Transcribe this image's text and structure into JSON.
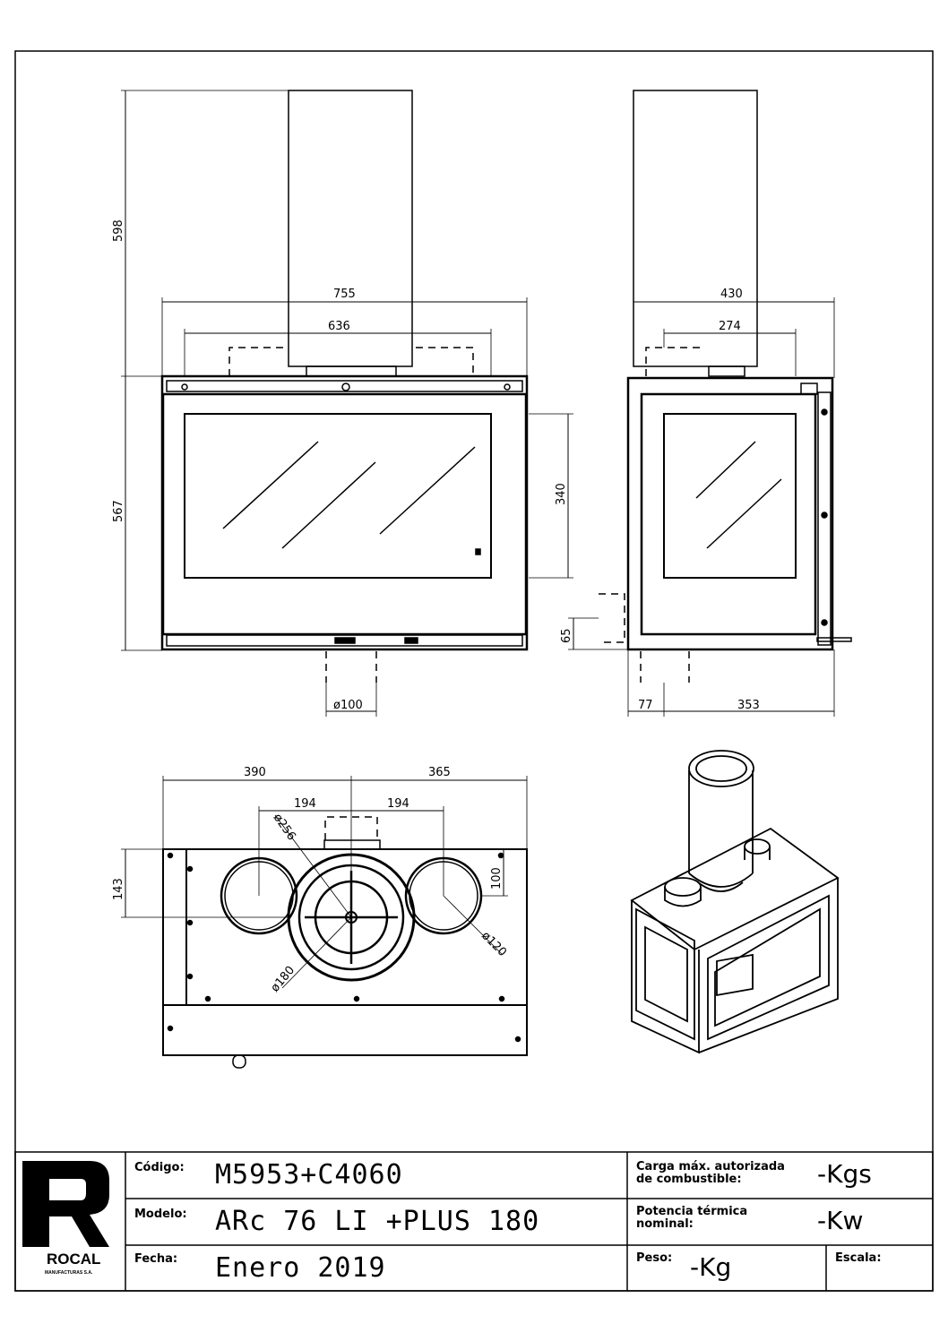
{
  "front_view": {
    "dims": {
      "total_height_top": "598",
      "body_height": "567",
      "width_outer": "755",
      "width_inner": "636",
      "glass_height": "340",
      "flue_diameter": "ø100"
    }
  },
  "side_view": {
    "dims": {
      "depth_outer": "430",
      "depth_inner": "274",
      "bottom_height": "65",
      "offset_left": "77",
      "offset_right": "353"
    }
  },
  "top_view": {
    "dims": {
      "left": "390",
      "right": "365",
      "left_half": "194",
      "right_half": "194",
      "offset": "143",
      "inner": "100",
      "d256": "ø256",
      "d180": "ø180",
      "d120": "ø120"
    }
  },
  "title_block": {
    "brand": "ROCAL",
    "brand_sub": "MANUFACTURAS S.A.",
    "codigo_label": "Código:",
    "codigo_value": "M5953+C4060",
    "modelo_label": "Modelo:",
    "modelo_value": "ARc 76 LI +PLUS 180",
    "fecha_label": "Fecha:",
    "fecha_value": "Enero 2019",
    "carga_label_1": "Carga máx. autorizada",
    "carga_label_2": "de combustible:",
    "carga_value": "-Kgs",
    "potencia_label_1": "Potencia térmica",
    "potencia_label_2": "nominal:",
    "potencia_value": "-Kw",
    "peso_label": "Peso:",
    "peso_value": "-Kg",
    "escala_label": "Escala:"
  }
}
